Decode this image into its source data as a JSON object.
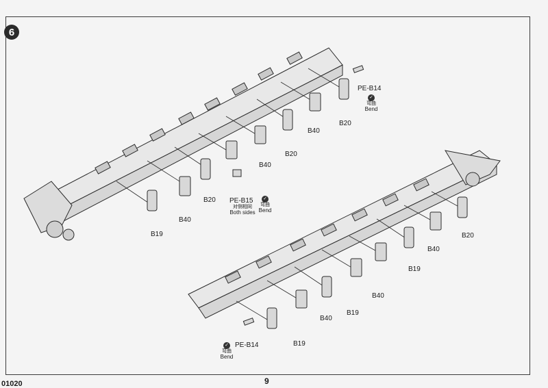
{
  "step": {
    "number": "6"
  },
  "labels": {
    "pe_b14_top": "PE-B14",
    "pe_b14_bottom": "PE-B14",
    "pe_b15": "PE-B15",
    "b20_1": "B20",
    "b20_2": "B20",
    "b20_3": "B20",
    "b20_4": "B20",
    "b40_1": "B40",
    "b40_2": "B40",
    "b40_3": "B40",
    "b40_4": "B40",
    "b40_5": "B40",
    "b40_6": "B40",
    "b19_1": "B19",
    "b19_2": "B19",
    "b19_3": "B19",
    "b19_4": "B19"
  },
  "bend_note": {
    "cn": "弯曲",
    "en": "Bend"
  },
  "both_sides_note": {
    "cn": "对侧相同",
    "en": "Both sides"
  },
  "footer": {
    "code": "01020",
    "page": "9"
  }
}
